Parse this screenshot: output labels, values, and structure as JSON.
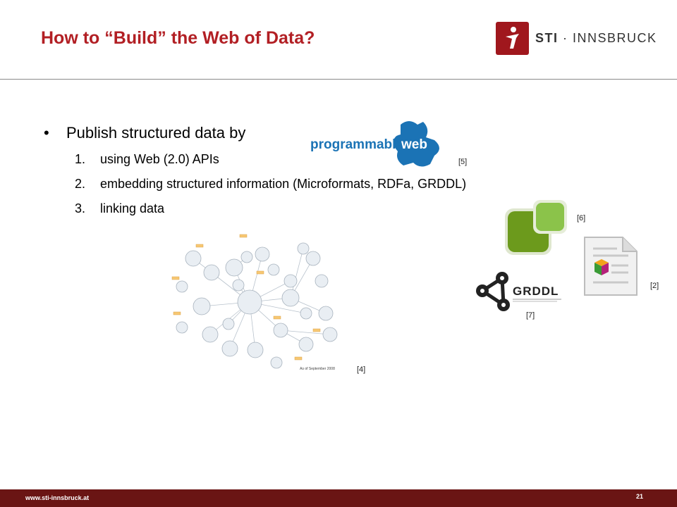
{
  "header": {
    "title": "How to “Build” the Web of Data?",
    "logo_text_bold": "STI",
    "logo_text_rest": " · INNSBRUCK"
  },
  "content": {
    "bullet": "Publish structured data by",
    "items": [
      {
        "num": "1.",
        "text": "using Web (2.0) APIs"
      },
      {
        "num": "2.",
        "text": "embedding structured information (Microformats, RDFa, GRDDL)"
      },
      {
        "num": "3.",
        "text": "linking data"
      }
    ]
  },
  "graphics": {
    "programmableweb_left": "programmable",
    "programmableweb_right": "web",
    "grddl_text": "GRDDL",
    "lod_caption": "As of September 2008"
  },
  "refs": {
    "r5": "[5]",
    "r6": "[6]",
    "r2": "[2]",
    "r7": "[7]",
    "r4": "[4]"
  },
  "footer": {
    "url": "www.sti-innsbruck.at",
    "page": "21"
  },
  "colors": {
    "title": "#b21f24",
    "footer": "#6a1514",
    "accent": "#a0171d"
  }
}
